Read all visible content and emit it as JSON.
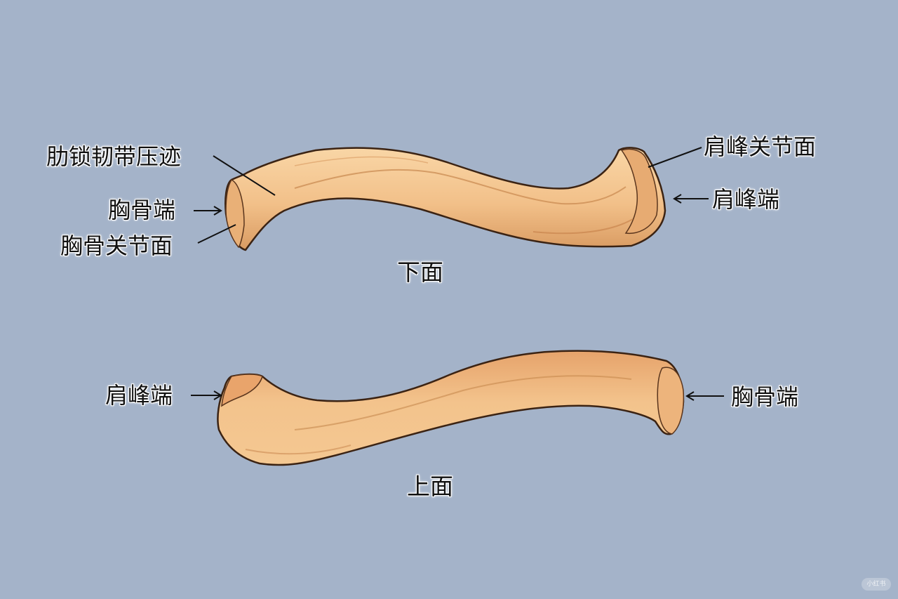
{
  "top_view": {
    "caption": "下面",
    "labels": {
      "costoclavicular_impression": "肋锁韧带压迹",
      "sternal_end": "胸骨端",
      "sternal_articular_surface": "胸骨关节面",
      "acromial_articular_surface": "肩峰关节面",
      "acromial_end": "肩峰端"
    }
  },
  "bottom_view": {
    "caption": "上面",
    "labels": {
      "acromial_end": "肩峰端",
      "sternal_end": "胸骨端"
    }
  },
  "watermark": "小红书",
  "colors": {
    "background": "#a4b3c9",
    "bone": "#f2c089",
    "bone_shadow": "#c98a55",
    "outline": "#3b2313"
  }
}
